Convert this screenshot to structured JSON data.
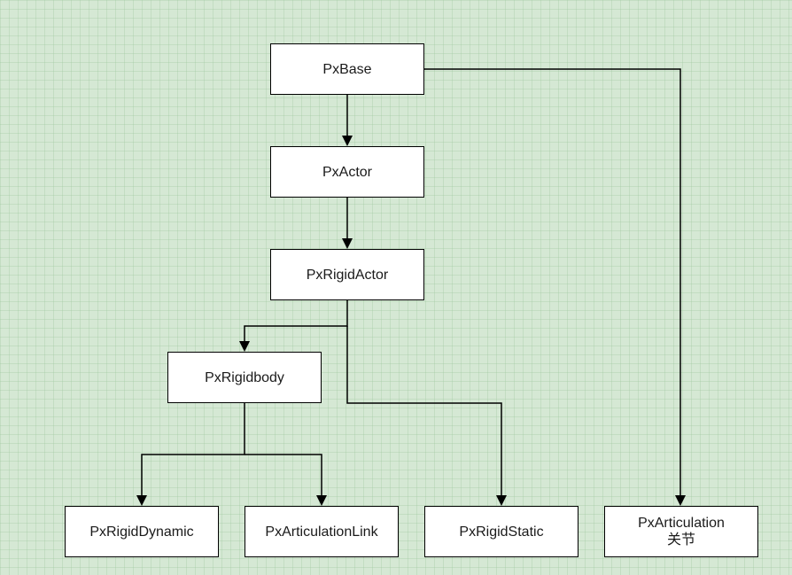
{
  "diagram": {
    "nodes": {
      "px_base": {
        "label": "PxBase"
      },
      "px_actor": {
        "label": "PxActor"
      },
      "px_rigid_actor": {
        "label": "PxRigidActor"
      },
      "px_rigidbody": {
        "label": "PxRigidbody"
      },
      "px_rigid_dynamic": {
        "label": "PxRigidDynamic"
      },
      "px_articulation_link": {
        "label": "PxArticulationLink"
      },
      "px_rigid_static": {
        "label": "PxRigidStatic"
      },
      "px_articulation": {
        "label": "PxArticulation",
        "sublabel": "关节"
      }
    },
    "edges": [
      {
        "from": "PxBase",
        "to": "PxActor"
      },
      {
        "from": "PxBase",
        "to": "PxArticulation"
      },
      {
        "from": "PxActor",
        "to": "PxRigidActor"
      },
      {
        "from": "PxRigidActor",
        "to": "PxRigidbody"
      },
      {
        "from": "PxRigidActor",
        "to": "PxRigidStatic"
      },
      {
        "from": "PxRigidbody",
        "to": "PxRigidDynamic"
      },
      {
        "from": "PxRigidbody",
        "to": "PxArticulationLink"
      }
    ]
  },
  "colors": {
    "background": "#d5e8d4",
    "node_fill": "#ffffff",
    "stroke": "#000000"
  }
}
